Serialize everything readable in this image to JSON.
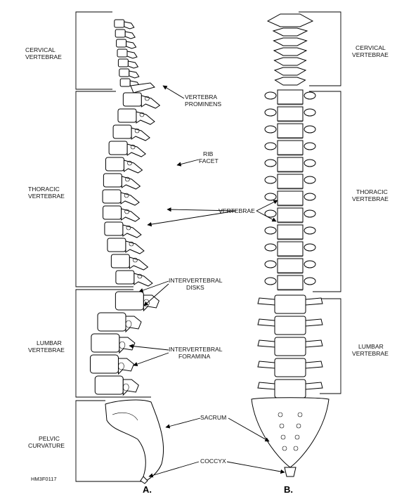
{
  "figure": {
    "code": "HM3F0117",
    "views": {
      "a": "A.",
      "b": "B."
    },
    "left_regions": {
      "cervical": [
        "CERVICAL",
        "VERTEBRAE"
      ],
      "thoracic": [
        "THORACIC",
        "VERTEBRAE"
      ],
      "lumbar": [
        "LUMBAR",
        "VERTEBRAE"
      ],
      "pelvic": [
        "PELVIC",
        "CURVATURE"
      ]
    },
    "right_regions": {
      "cervical": [
        "CERVICAL",
        "VERTEBRAE"
      ],
      "thoracic": [
        "THORACIC",
        "VERTEBRAE"
      ],
      "lumbar": [
        "LUMBAR",
        "VERTEBRAE"
      ]
    },
    "callouts": {
      "vertebra_prominens": [
        "VERTEBRA",
        "PROMINENS"
      ],
      "rib_facet": [
        "RIB",
        "FACET"
      ],
      "vertebrae": [
        "VERTEBRAE"
      ],
      "intervertebral_disks": [
        "INTERVERTEBRAL",
        "DISKS"
      ],
      "intervertebral_foramina": [
        "INTERVERTEBRAL",
        "FORAMINA"
      ],
      "sacrum": [
        "SACRUM"
      ],
      "coccyx": [
        "COCCYX"
      ]
    }
  }
}
